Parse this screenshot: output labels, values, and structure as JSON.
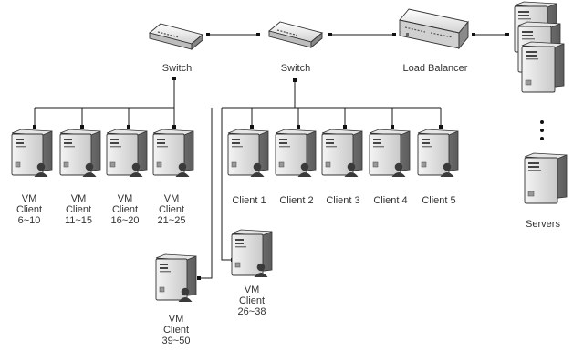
{
  "devices": {
    "switch_left": "Switch",
    "switch_right": "Switch",
    "load_balancer": "Load Balancer",
    "servers": "Servers"
  },
  "vm_groups": [
    {
      "line1": "VM",
      "line2": "Client",
      "line3": "6~10"
    },
    {
      "line1": "VM",
      "line2": "Client",
      "line3": "11~15"
    },
    {
      "line1": "VM",
      "line2": "Client",
      "line3": "16~20"
    },
    {
      "line1": "VM",
      "line2": "Client",
      "line3": "21~25"
    },
    {
      "line1": "VM",
      "line2": "Client",
      "line3": "26~38"
    },
    {
      "line1": "VM",
      "line2": "Client",
      "line3": "39~50"
    }
  ],
  "clients": [
    "Client 1",
    "Client 2",
    "Client 3",
    "Client 4",
    "Client 5"
  ],
  "icons": {
    "switch": "network-switch-icon",
    "load_balancer": "load-balancer-icon",
    "workstation": "workstation-user-icon",
    "server": "server-tower-icon"
  }
}
